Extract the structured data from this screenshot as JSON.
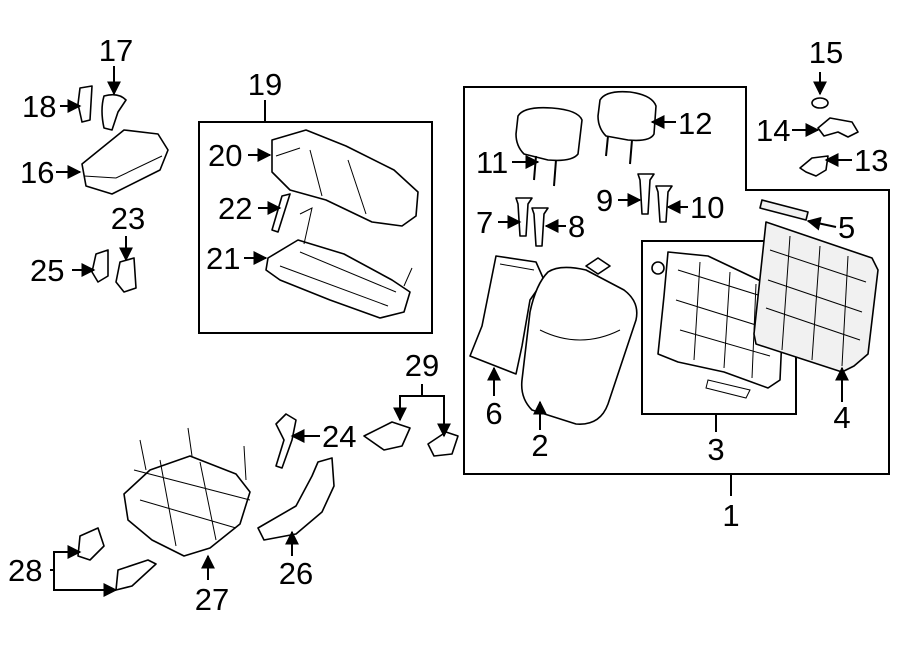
{
  "diagram": {
    "labels": {
      "p1": "1",
      "p2": "2",
      "p3": "3",
      "p4": "4",
      "p5": "5",
      "p6": "6",
      "p7": "7",
      "p8": "8",
      "p9": "9",
      "p10": "10",
      "p11": "11",
      "p12": "12",
      "p13": "13",
      "p14": "14",
      "p15": "15",
      "p16": "16",
      "p17": "17",
      "p18": "18",
      "p19": "19",
      "p20": "20",
      "p21": "21",
      "p22": "22",
      "p23": "23",
      "p24": "24",
      "p25": "25",
      "p26": "26",
      "p27": "27",
      "p28": "28",
      "p29": "29"
    }
  }
}
